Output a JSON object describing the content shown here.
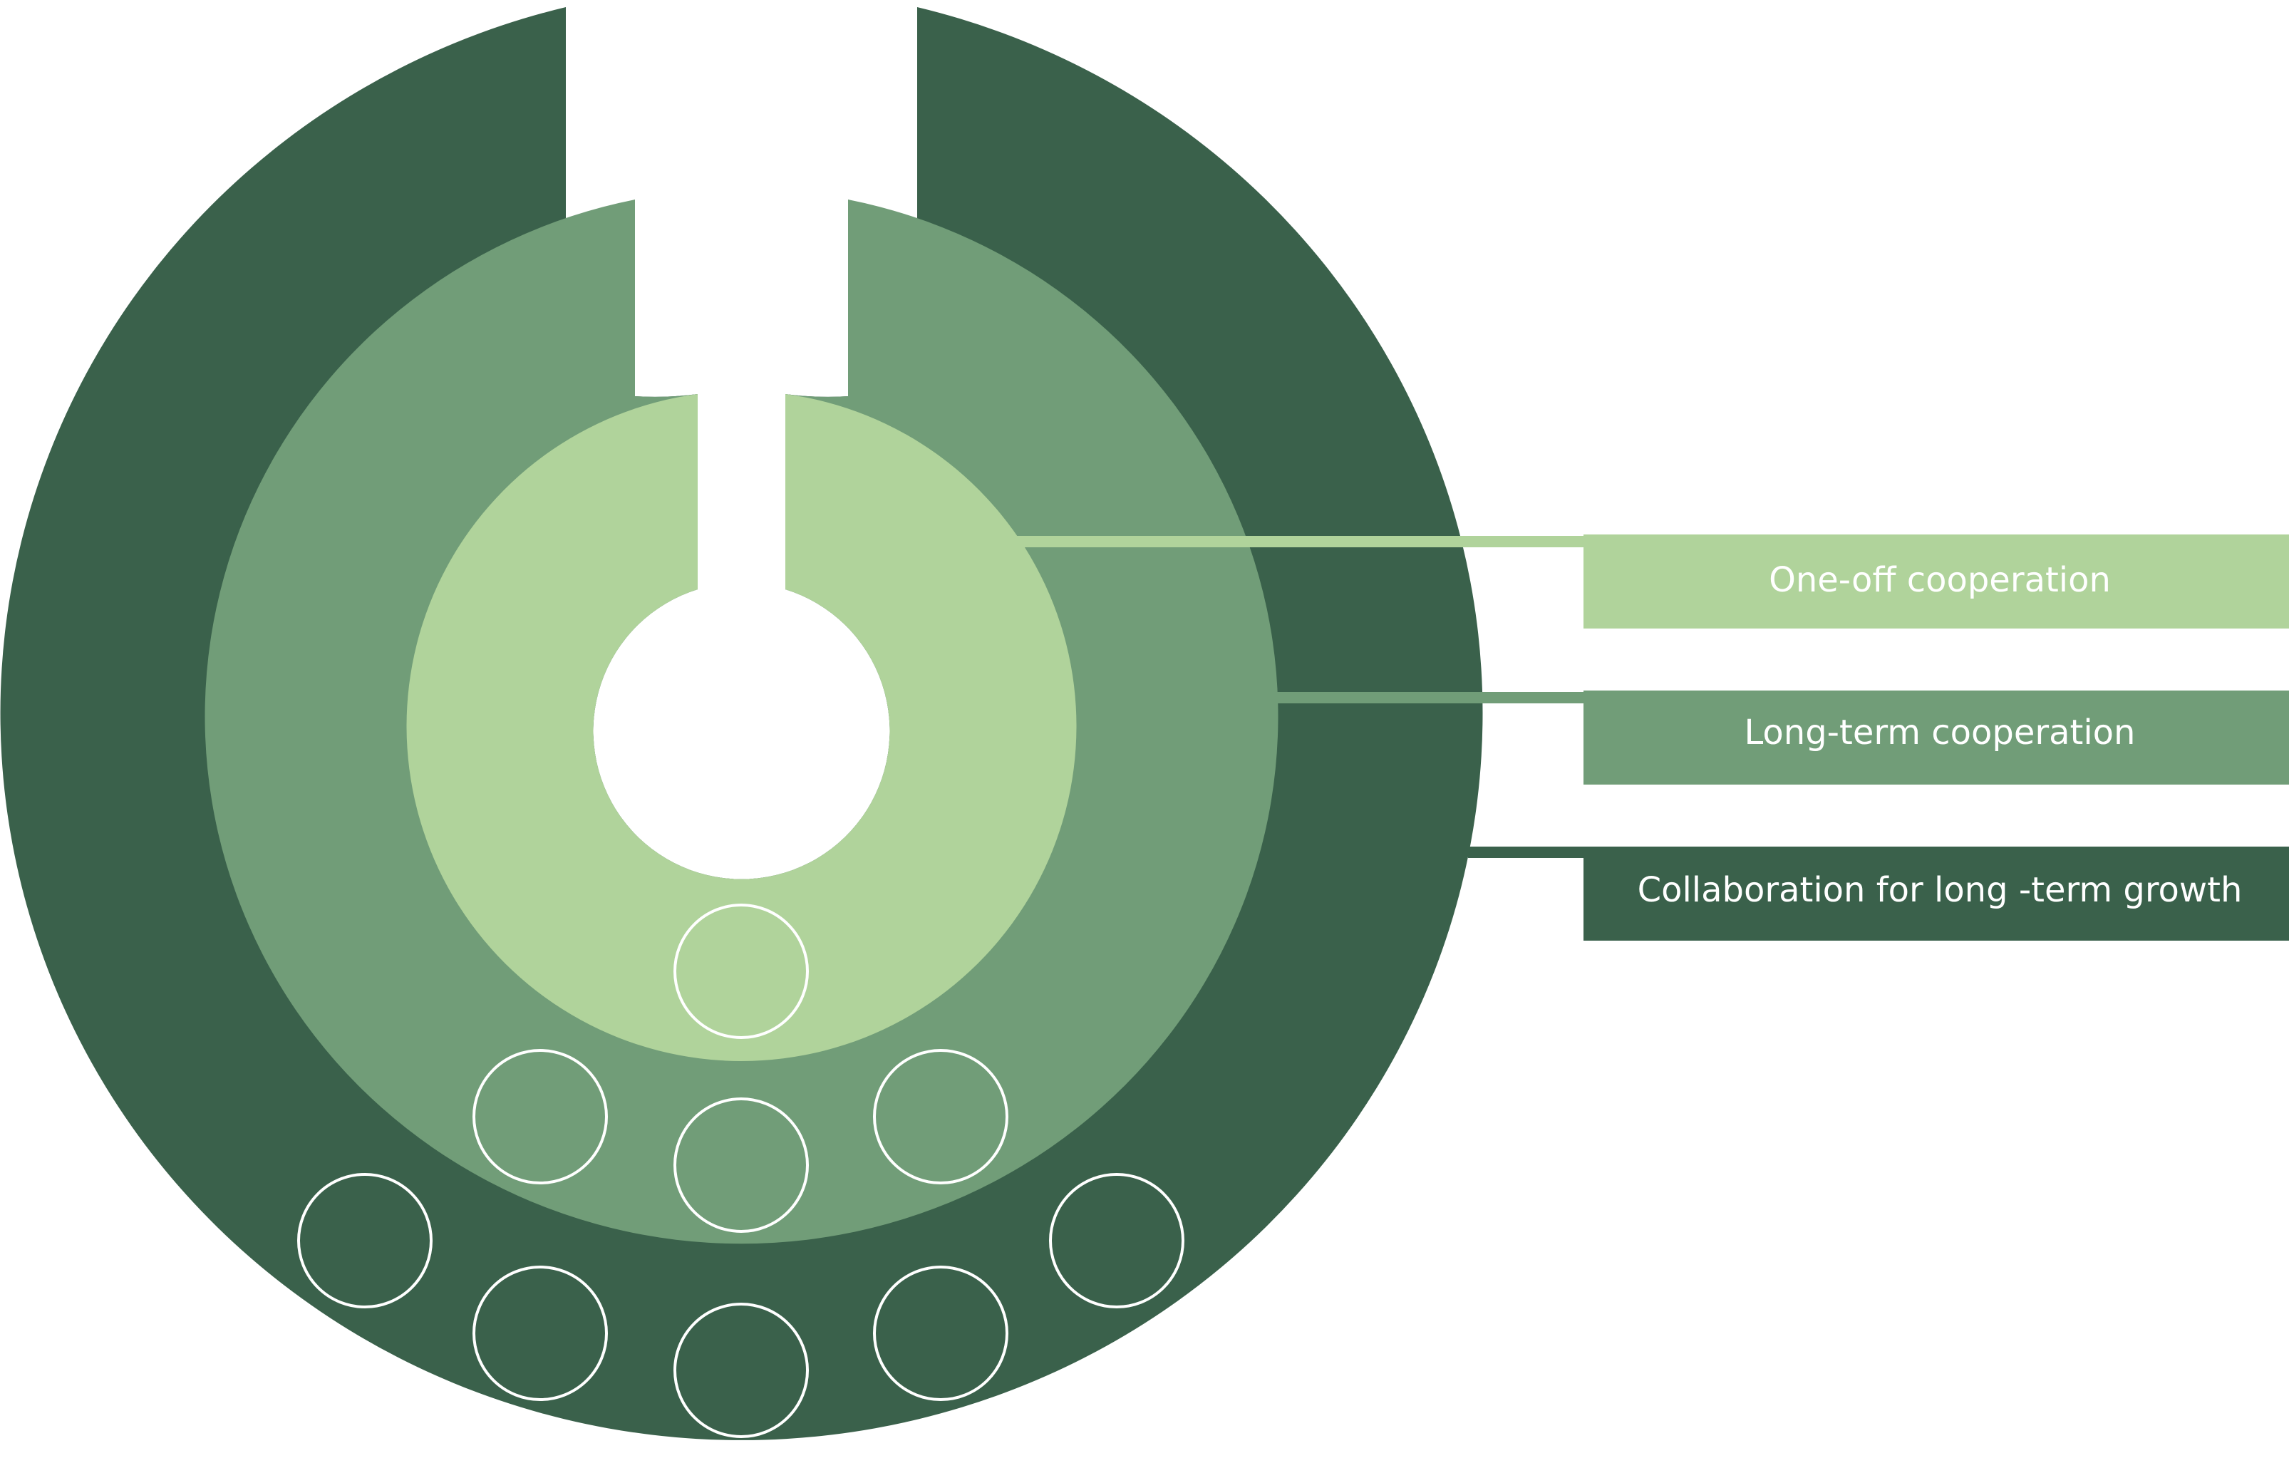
{
  "diagram": {
    "type": "concentric-rings",
    "colors": {
      "background": "#ffffff",
      "outer": "#3a614b",
      "middle": "#719d78",
      "inner": "#b0d39b",
      "circle_stroke": "#ffffff"
    },
    "legend": [
      {
        "id": "one-off",
        "label": "One-off cooperation",
        "ring": "inner",
        "color": "#b0d39b"
      },
      {
        "id": "long-term",
        "label": "Long-term cooperation",
        "ring": "middle",
        "color": "#719d78"
      },
      {
        "id": "collaboration",
        "label": "Collaboration for long -term growth",
        "ring": "outer",
        "color": "#3a614b"
      }
    ],
    "circles_per_ring": {
      "inner": 1,
      "middle": 3,
      "outer": 5
    }
  }
}
